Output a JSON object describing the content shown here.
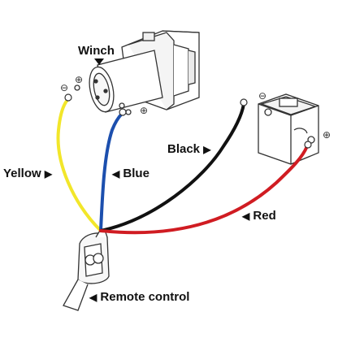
{
  "labels": {
    "winch": "Winch",
    "black": "Black",
    "yellow": "Yellow",
    "blue": "Blue",
    "red": "Red",
    "remote": "Remote control"
  },
  "signs": {
    "plus": "⊕",
    "minus": "⊖"
  },
  "colors": {
    "yellow": "#f2e62a",
    "blue": "#1c4fae",
    "black": "#111111",
    "red": "#d01c22",
    "outline": "#333333"
  }
}
